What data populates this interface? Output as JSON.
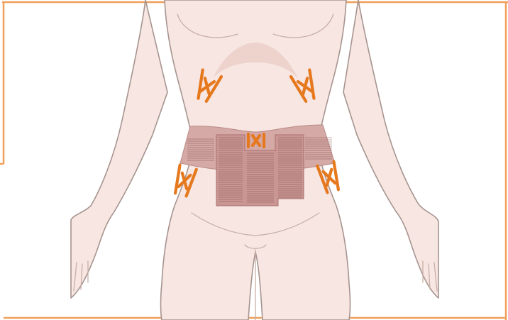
{
  "image": {
    "frame_color": "#f0a05a",
    "skin_color": "#f7e6e2",
    "outline_color": "#a6948f",
    "belt_color": "#d4a9a6",
    "belt_panel_color": "#c99693",
    "tape_color": "#e6781e"
  },
  "figure": {
    "subject": "female-torso-front-view",
    "marks": [
      {
        "id": "upper-left",
        "icon": "cross-tape-mark"
      },
      {
        "id": "upper-right",
        "icon": "cross-tape-mark"
      },
      {
        "id": "center-navel",
        "icon": "cross-tape-mark"
      },
      {
        "id": "lower-left",
        "icon": "cross-tape-mark"
      },
      {
        "id": "lower-right",
        "icon": "cross-tape-mark"
      }
    ]
  }
}
